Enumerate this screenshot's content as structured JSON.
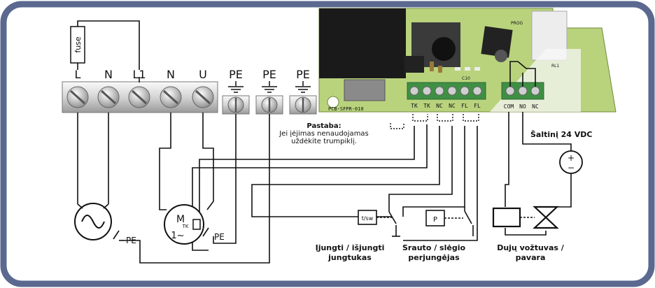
{
  "frame": {
    "border_color": "#5b6990"
  },
  "fuse": {
    "label": "fuse"
  },
  "terminals": {
    "main_labels": [
      "L",
      "N",
      "L1",
      "N",
      "U"
    ],
    "pe_labels": [
      "PE",
      "PE",
      "PE"
    ]
  },
  "pcb": {
    "code": "PCB-SFPR-010",
    "pins": [
      "TK",
      "TK",
      "NC",
      "NC",
      "FL",
      "FL"
    ],
    "relay_pins": [
      "COM",
      "NO",
      "NC"
    ],
    "relay_label": "RL1",
    "side_label": "PROG",
    "cap_label": "C10",
    "colors": {
      "board": "#b9d37d",
      "terminal": "#3f8f45",
      "chip": "#1a1a1a",
      "relay": "#ededed"
    }
  },
  "note": {
    "title": "Pastaba:",
    "line1": "Jei įėjimas nenaudojamas",
    "line2": "uždėkite trumpiklį."
  },
  "supply": {
    "label": "Šaltinį 24 VDC",
    "plus": "+",
    "minus": "−"
  },
  "motor": {
    "m": "M",
    "tk": "TK",
    "phase": "1~"
  },
  "pe_wire_labels": [
    "PE",
    "PE"
  ],
  "switches": [
    {
      "box": "t/sw",
      "caption_lines": [
        "Įjungti / išjungti",
        "jungtukas"
      ]
    },
    {
      "box": "P",
      "caption_lines": [
        "Srauto / slėgio",
        "perjungėjas"
      ]
    }
  ],
  "valve": {
    "caption_lines": [
      "Dujų vožtuvas /",
      "pavara"
    ]
  }
}
